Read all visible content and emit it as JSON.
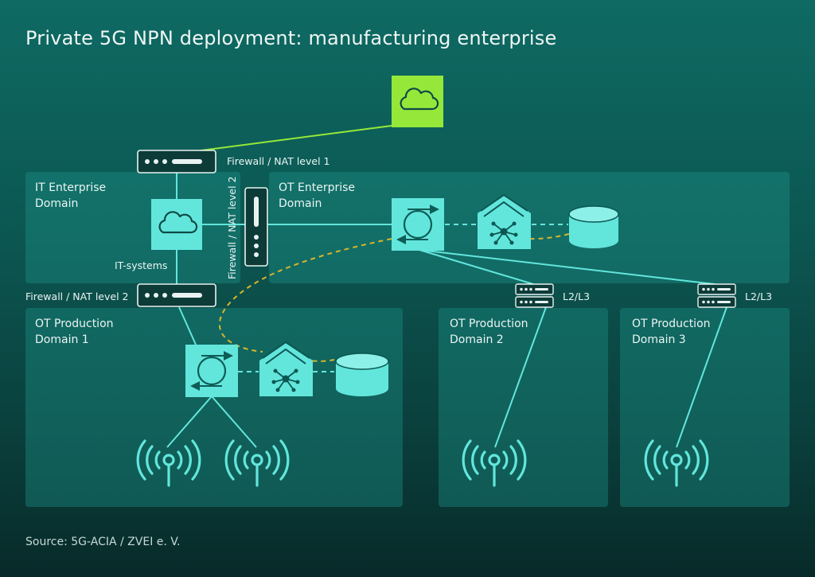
{
  "title": "Private 5G NPN deployment: manufacturing enterprise",
  "source": "Source: 5G-ACIA / ZVEI e. V.",
  "domains": {
    "it_enterprise": "IT Enterprise\nDomain",
    "ot_enterprise": "OT Enterprise\nDomain",
    "ot_production_1": "OT Production\nDomain 1",
    "ot_production_2": "OT Production\nDomain 2",
    "ot_production_3": "OT Production\nDomain 3"
  },
  "labels": {
    "firewall_nat_1": "Firewall / NAT level 1",
    "firewall_nat_2_vertical": "Firewall / NAT level 2",
    "firewall_nat_2": "Firewall / NAT level 2",
    "it_systems": "IT-systems",
    "l2l3_a": "L2/L3",
    "l2l3_b": "L2/L3"
  },
  "icons": {
    "public_cloud": "cloud-icon",
    "it_cloud": "cloud-icon",
    "core": "core-network-icon",
    "factory": "factory-icon",
    "database": "database-icon",
    "antenna": "radio-antenna-icon",
    "firewall": "firewall-icon",
    "switch": "switch-icon"
  },
  "colors": {
    "accent_green": "#95e83a",
    "link_cyan": "#62e6dc",
    "dashed_yellow": "#d8b62a",
    "panel": "#1c968c"
  }
}
